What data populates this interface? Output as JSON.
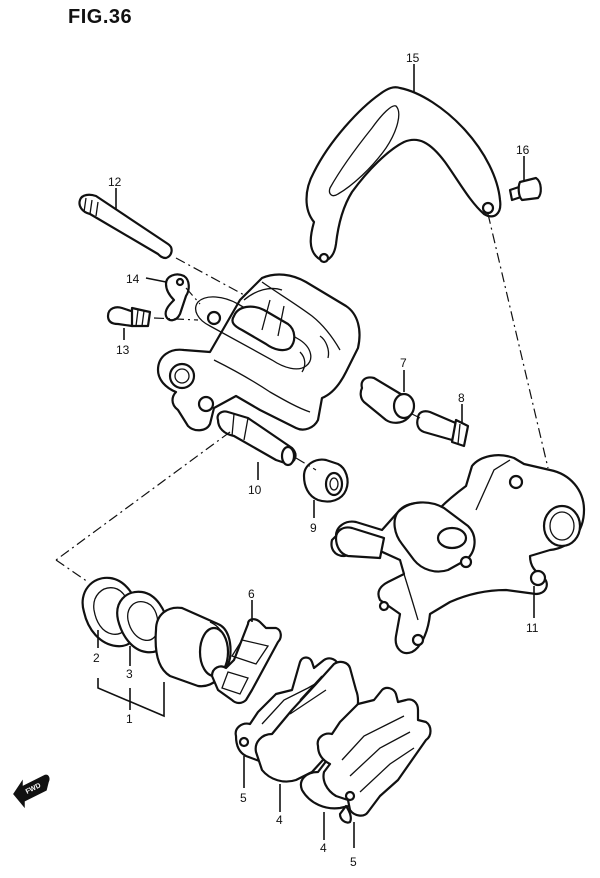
{
  "figure": {
    "title": "FIG.36"
  },
  "callouts": [
    {
      "id": "15",
      "label": "15"
    },
    {
      "id": "16",
      "label": "16"
    },
    {
      "id": "12",
      "label": "12"
    },
    {
      "id": "14",
      "label": "14"
    },
    {
      "id": "13",
      "label": "13"
    },
    {
      "id": "7",
      "label": "7"
    },
    {
      "id": "8",
      "label": "8"
    },
    {
      "id": "10",
      "label": "10"
    },
    {
      "id": "9",
      "label": "9"
    },
    {
      "id": "11",
      "label": "11"
    },
    {
      "id": "6",
      "label": "6"
    },
    {
      "id": "2",
      "label": "2"
    },
    {
      "id": "3",
      "label": "3"
    },
    {
      "id": "1",
      "label": "1"
    },
    {
      "id": "5a",
      "label": "5"
    },
    {
      "id": "4a",
      "label": "4"
    },
    {
      "id": "4b",
      "label": "4"
    },
    {
      "id": "5b",
      "label": "5"
    }
  ],
  "fwd": {
    "label": "FWD"
  }
}
